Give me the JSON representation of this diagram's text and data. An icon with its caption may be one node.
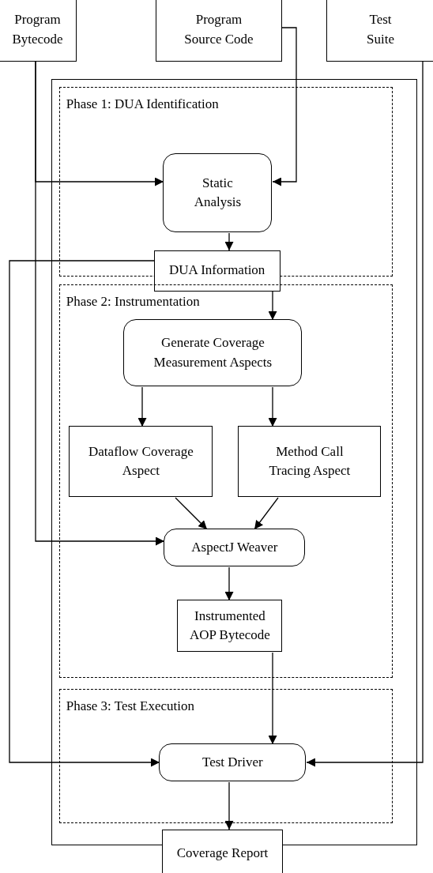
{
  "diagram": {
    "nodes": [
      {
        "text": [
          "Program Bytecode"
        ]
      },
      {
        "text": [
          "Program Source Code"
        ]
      },
      {
        "text": [
          "Test Suite"
        ]
      },
      {
        "text": [],
        "shape": "box"
      },
      {
        "text": [
          "Phase 1: DUA Identification"
        ],
        "in": 3
      },
      {
        "text": [
          "Static Analysis"
        ],
        "in": 4
      },
      {
        "text": [
          "DUA Information"
        ],
        "in": 3
      },
      {
        "text": [
          "Phase 2: Instrumentation"
        ],
        "in": 3
      },
      {
        "text": [
          "Generate Coverage Measurement Aspects"
        ],
        "in": 7
      },
      {
        "text": [
          "Dataflow Coverage Aspect"
        ],
        "in": 7
      },
      {
        "text": [
          "Method Call Tracing Aspect"
        ],
        "in": 7
      },
      {
        "text": [
          "AspectJ Weaver"
        ],
        "in": 7
      },
      {
        "text": [
          "Instrumented AOP Bytecode"
        ],
        "in": 7
      },
      {
        "text": [
          "Phase 3: Test Execution"
        ],
        "in": 3
      },
      {
        "text": [
          "Test Driver"
        ],
        "in": 13
      },
      {
        "text": [
          "Coverage Report"
        ]
      }
    ],
    "edges": [
      {
        "from": 0,
        "to": 5,
        "arrow": "to"
      },
      {
        "from": 0,
        "to": 11,
        "arrow": "to"
      },
      {
        "from": 1,
        "to": 5,
        "arrow": "to"
      },
      {
        "from": 5,
        "to": 6,
        "arrow": "to"
      },
      {
        "from": 6,
        "to": 8,
        "arrow": "to"
      },
      {
        "from": 6,
        "to": 14,
        "arrow": "to"
      },
      {
        "from": 8,
        "to": 9,
        "arrow": "to"
      },
      {
        "from": 8,
        "to": 10,
        "arrow": "to"
      },
      {
        "from": 9,
        "to": 11,
        "arrow": "to"
      },
      {
        "from": 10,
        "to": 11,
        "arrow": "to"
      },
      {
        "from": 11,
        "to": 12,
        "arrow": "to"
      },
      {
        "from": 12,
        "to": 14,
        "arrow": "to"
      },
      {
        "from": 2,
        "to": 14,
        "arrow": "to"
      },
      {
        "from": 14,
        "to": 15,
        "arrow": "to"
      }
    ]
  }
}
